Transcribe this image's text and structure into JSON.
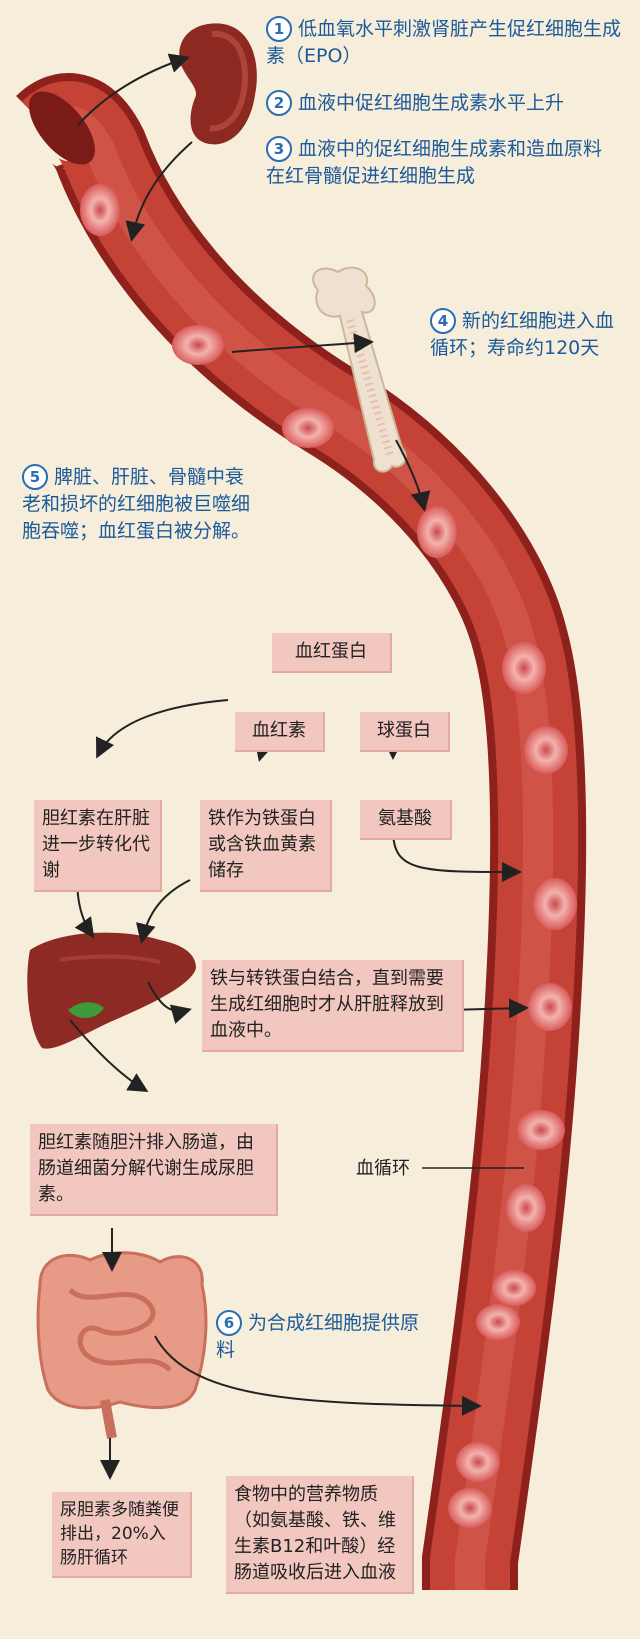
{
  "steps": {
    "s1": {
      "num": "1",
      "text": "低血氧水平刺激肾脏产生促红细胞生成素（EPO）"
    },
    "s2": {
      "num": "2",
      "text": "血液中促红细胞生成素水平上升"
    },
    "s3": {
      "num": "3",
      "text": "血液中的促红细胞生成素和造血原料在红骨髓促进红细胞生成"
    },
    "s4": {
      "num": "4",
      "text": "新的红细胞进入血循环；寿命约120天"
    },
    "s5": {
      "num": "5",
      "text": "脾脏、肝脏、骨髓中衰老和损坏的红细胞被巨噬细胞吞噬；血红蛋白被分解。"
    },
    "s6": {
      "num": "6",
      "text": "为合成红细胞提供原料"
    }
  },
  "boxes": {
    "hemoglobin": "血红蛋白",
    "heme": "血红素",
    "globin": "球蛋白",
    "bilirubin_liver": "胆红素在肝脏进一步转化代谢",
    "iron_storage": "铁作为铁蛋白或含铁血黄素储存",
    "amino_acid": "氨基酸",
    "transferrin": "铁与转铁蛋白结合，直到需要生成红细胞时才从肝脏释放到血液中。",
    "bile": "胆红素随胆汁排入肠道，由肠道细菌分解代谢生成尿胆素。",
    "urobilin": "尿胆素多随粪便排出，20%入肠肝循环",
    "food": "食物中的营养物质（如氨基酸、铁、维生素B12和叶酸）经肠道吸收后进入血液"
  },
  "labels": {
    "circulation": "血循环"
  },
  "colors": {
    "background": "#f6eedb",
    "vessel": "#b8332b",
    "vessel_inner": "#d2574a",
    "box_fill": "#f2c7c0",
    "step_text": "#1c5a99",
    "rbc": "#e88a8a"
  }
}
